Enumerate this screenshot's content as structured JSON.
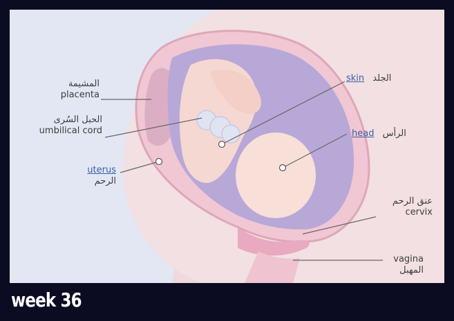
{
  "caption": "week 36",
  "labels": {
    "placenta": {
      "ar": "المشيمة",
      "en": "placenta"
    },
    "umbilical_cord": {
      "ar": "الحبل السُرى",
      "en": "umbilical cord"
    },
    "uterus": {
      "en": "uterus",
      "ar": "الرحم"
    },
    "skin": {
      "en": "skin",
      "ar": "الجلد"
    },
    "head": {
      "en": "head",
      "ar": "الرأس"
    },
    "cervix": {
      "ar": "عنق الرحم",
      "en": "cervix"
    },
    "vagina": {
      "en": "vagina",
      "ar": "المهبل"
    }
  },
  "colors": {
    "background": "#e2e7f3",
    "uterus_wall": "#f1c7d3",
    "amniotic": "#b8a8d8",
    "fetus": "#f6d8d3",
    "link": "#3a5fa8",
    "frame": "#0b0b22"
  }
}
